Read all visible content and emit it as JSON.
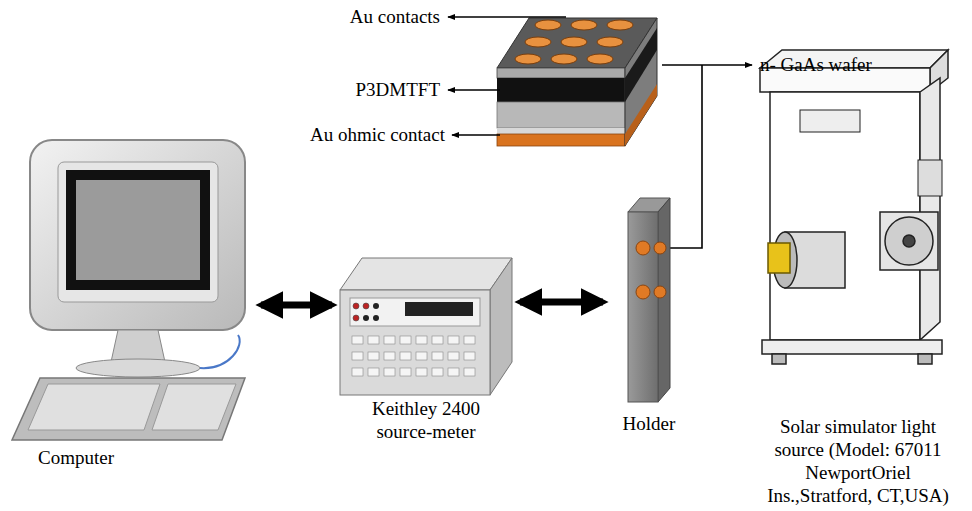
{
  "diagram": {
    "nodes": [
      {
        "text": [
          "Computer"
        ]
      },
      {
        "text": [
          "Keithley 2400 source-meter"
        ]
      },
      {
        "text": [
          "Holder"
        ]
      },
      {
        "text": [
          "Solar simulator light source (Model: 67011 NewportOriel Ins.,Stratford, CT,USA)"
        ]
      }
    ],
    "edges": [
      {
        "from": 0,
        "to": 1,
        "arrow": "both"
      },
      {
        "from": 1,
        "to": 2,
        "arrow": "both"
      }
    ],
    "labels": [
      "Au contacts",
      "P3DMTFT",
      "Au ohmic contact",
      "n- GaAs wafer"
    ]
  }
}
